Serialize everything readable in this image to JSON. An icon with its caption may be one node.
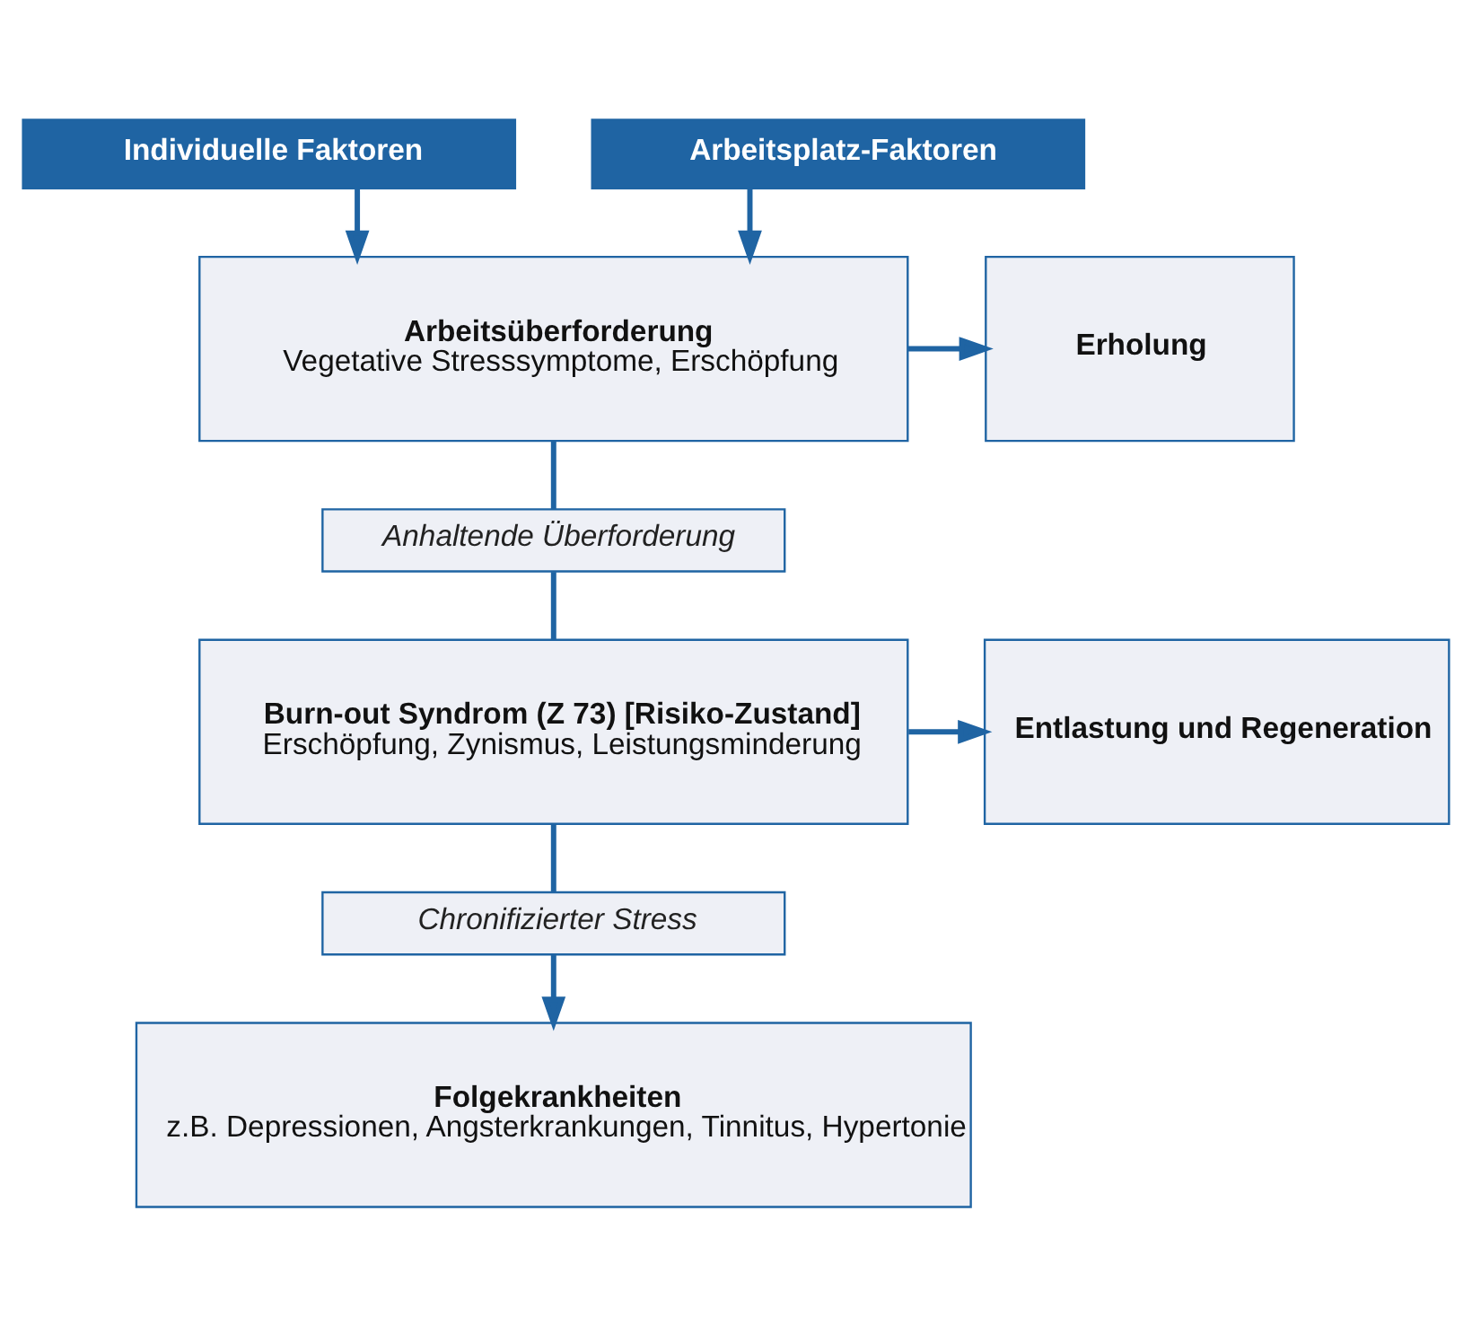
{
  "diagram": {
    "nodes": [
      {
        "text": [
          "Individuelle Faktoren"
        ]
      },
      {
        "text": [
          "Arbeitsplatz-Faktoren"
        ]
      },
      {
        "text": [
          "Arbeitsüberforderung",
          "Vegetative Stresssymptome, Erschöpfung"
        ]
      },
      {
        "text": [
          "Erholung"
        ]
      },
      {
        "text": [
          "Anhaltende Überforderung"
        ]
      },
      {
        "text": [
          "Burn-out Syndrom (Z 73) [Risiko-Zustand]",
          "Erschöpfung, Zynismus, Leistungsminderung"
        ]
      },
      {
        "text": [
          "Entlastung und Regeneration"
        ]
      },
      {
        "text": [
          "Chronifizierter Stress"
        ]
      },
      {
        "text": [
          "Folgekrankheiten",
          "z.B. Depressionen, Angsterkrankungen, Tinnitus, Hypertonie"
        ]
      }
    ],
    "edges": [
      {
        "from": 0,
        "to": 2,
        "arrow": "to"
      },
      {
        "from": 1,
        "to": 2,
        "arrow": "to"
      },
      {
        "from": 2,
        "to": 3,
        "arrow": "to"
      },
      {
        "from": 2,
        "to": 4,
        "arrow": "none"
      },
      {
        "from": 4,
        "to": 5,
        "arrow": "none"
      },
      {
        "from": 5,
        "to": 6,
        "arrow": "to"
      },
      {
        "from": 5,
        "to": 7,
        "arrow": "none"
      },
      {
        "from": 7,
        "to": 8,
        "arrow": "to"
      }
    ]
  }
}
